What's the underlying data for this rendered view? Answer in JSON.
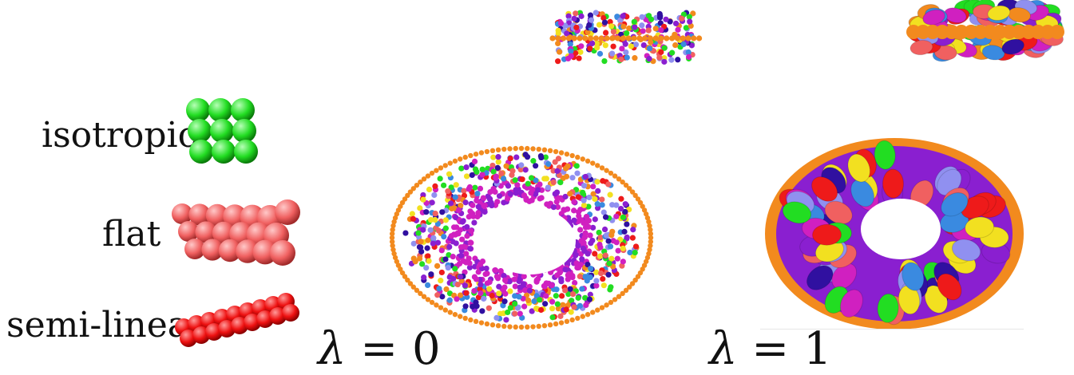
{
  "legend": {
    "items": [
      {
        "label": "isotropic",
        "color": "#22dd22",
        "icon": "sphere-cluster-isotropic"
      },
      {
        "label": "flat",
        "color": "#f06060",
        "icon": "sphere-cluster-flat"
      },
      {
        "label": "semi-linear",
        "color": "#ee1111",
        "icon": "sphere-cluster-semi-linear"
      }
    ]
  },
  "panels": [
    {
      "lambda_symbol": "λ",
      "lambda_eq": " = 0"
    },
    {
      "lambda_symbol": "λ",
      "lambda_eq": " = 1"
    }
  ],
  "colors": {
    "orange": "#f28a1e",
    "purple": "#8a1fd0",
    "magenta": "#d020c0",
    "navy": "#3010a0",
    "lavender": "#9090f0",
    "yellow": "#f2e020",
    "red": "#ee1a1a",
    "salmon": "#f06060",
    "green": "#22dd22",
    "blue": "#3a8ae0"
  }
}
